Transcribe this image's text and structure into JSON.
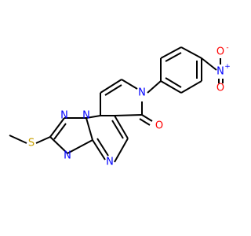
{
  "molecule": {
    "atoms": {
      "S": {
        "text": "S",
        "color": "#c8a000"
      },
      "N1": {
        "text": "N",
        "color": "#0000ff"
      },
      "N2": {
        "text": "N",
        "color": "#0000ff"
      },
      "N3": {
        "text": "N",
        "color": "#0000ff"
      },
      "N4": {
        "text": "N",
        "color": "#0000ff"
      },
      "N_pyridone": {
        "text": "N",
        "color": "#0000ff"
      },
      "O_carbonyl": {
        "text": "O",
        "color": "#ff0000"
      },
      "N_nitro": {
        "text": "N",
        "color": "#0000ff",
        "charge": "+"
      },
      "O_nitro_top": {
        "text": "O",
        "color": "#ff0000",
        "charge": "-"
      },
      "O_nitro_bottom": {
        "text": "O",
        "color": "#ff0000"
      }
    },
    "bond_color": "#000000"
  }
}
